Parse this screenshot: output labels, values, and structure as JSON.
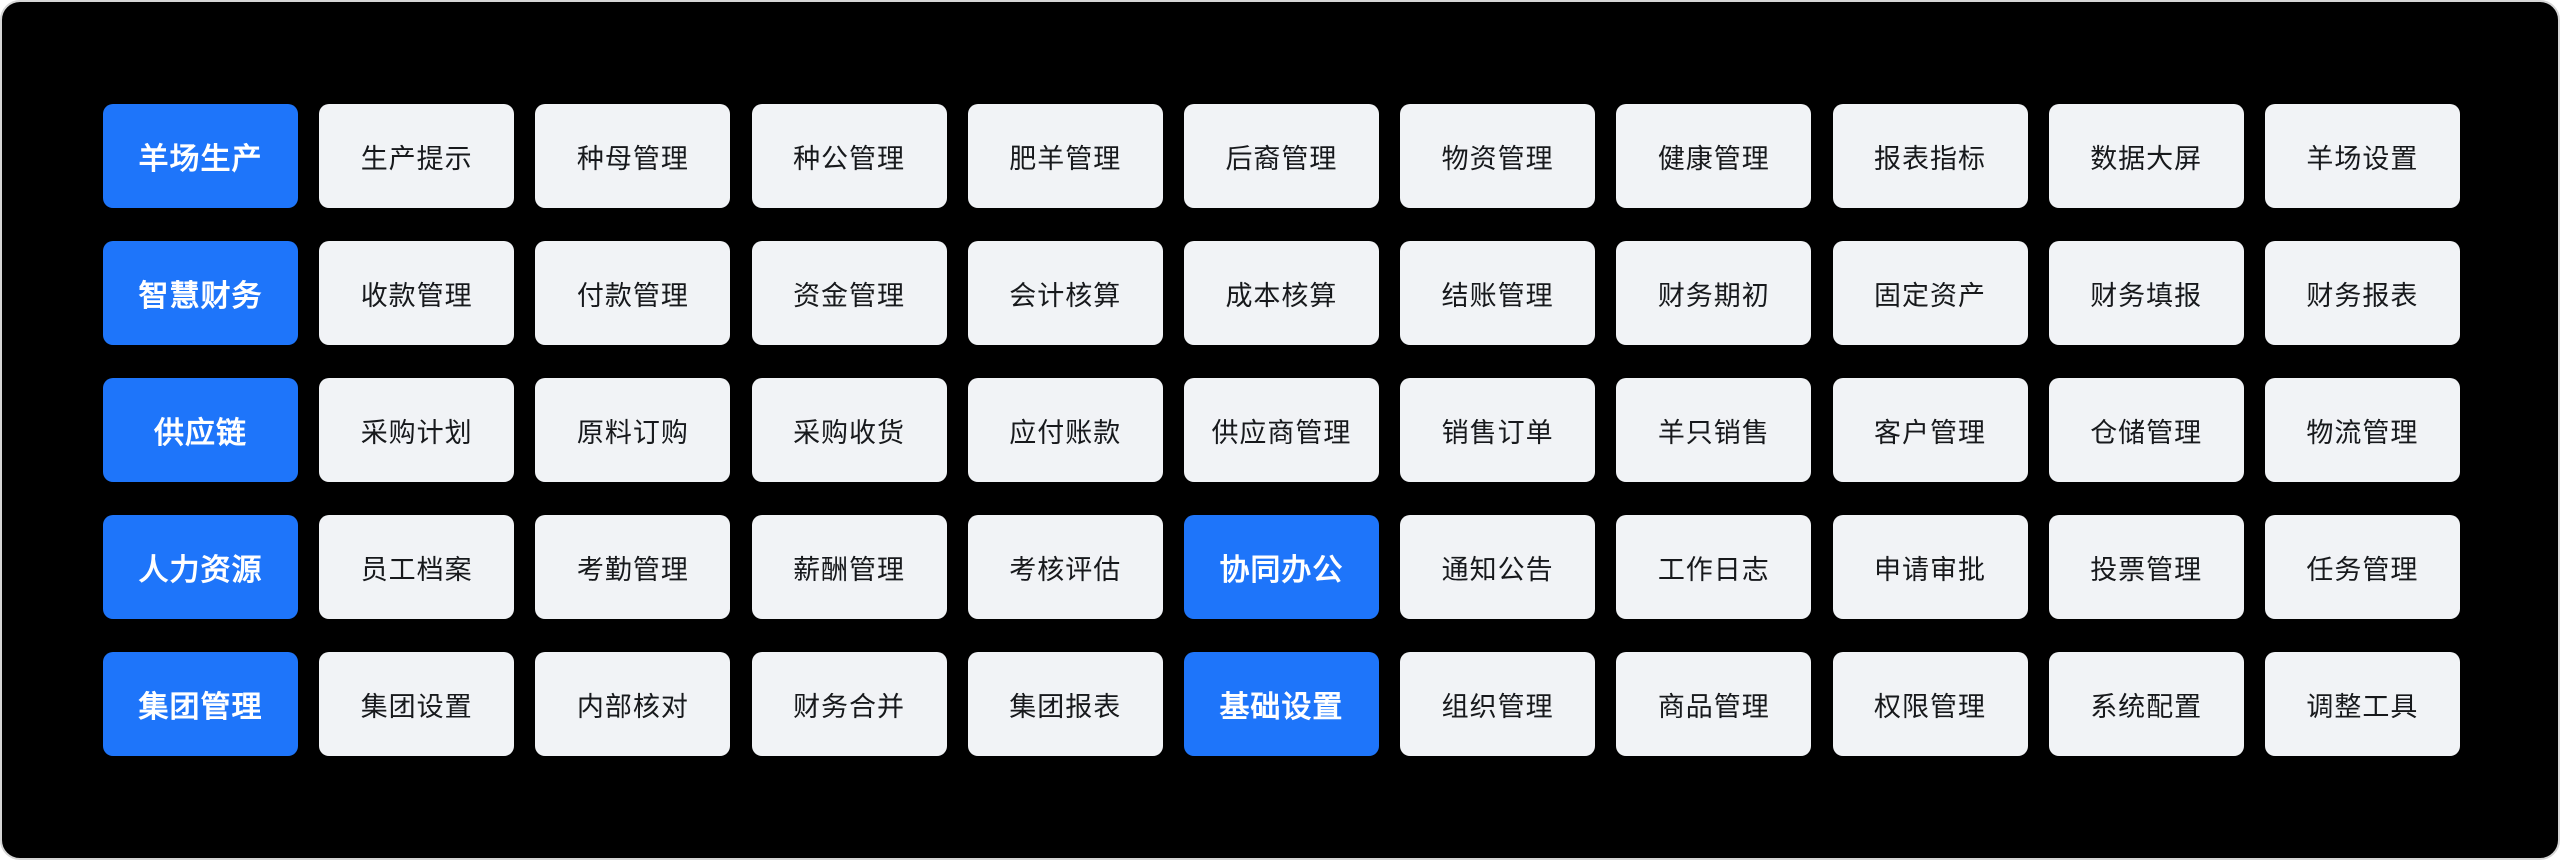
{
  "colors": {
    "panel_background": "#000000",
    "panel_border": "#d6d6d6",
    "category_tile_background": "#1e75fa",
    "category_tile_text": "#ffffff",
    "item_tile_background": "#f1f3f6",
    "item_tile_text": "#17191c"
  },
  "menu": {
    "rows": [
      {
        "items": [
          {
            "label": "羊场生产",
            "type": "category"
          },
          {
            "label": "生产提示",
            "type": "item"
          },
          {
            "label": "种母管理",
            "type": "item"
          },
          {
            "label": "种公管理",
            "type": "item"
          },
          {
            "label": "肥羊管理",
            "type": "item"
          },
          {
            "label": "后裔管理",
            "type": "item"
          },
          {
            "label": "物资管理",
            "type": "item"
          },
          {
            "label": "健康管理",
            "type": "item"
          },
          {
            "label": "报表指标",
            "type": "item"
          },
          {
            "label": "数据大屏",
            "type": "item"
          },
          {
            "label": "羊场设置",
            "type": "item"
          }
        ]
      },
      {
        "items": [
          {
            "label": "智慧财务",
            "type": "category"
          },
          {
            "label": "收款管理",
            "type": "item"
          },
          {
            "label": "付款管理",
            "type": "item"
          },
          {
            "label": "资金管理",
            "type": "item"
          },
          {
            "label": "会计核算",
            "type": "item"
          },
          {
            "label": "成本核算",
            "type": "item"
          },
          {
            "label": "结账管理",
            "type": "item"
          },
          {
            "label": "财务期初",
            "type": "item"
          },
          {
            "label": "固定资产",
            "type": "item"
          },
          {
            "label": "财务填报",
            "type": "item"
          },
          {
            "label": "财务报表",
            "type": "item"
          }
        ]
      },
      {
        "items": [
          {
            "label": "供应链",
            "type": "category"
          },
          {
            "label": "采购计划",
            "type": "item"
          },
          {
            "label": "原料订购",
            "type": "item"
          },
          {
            "label": "采购收货",
            "type": "item"
          },
          {
            "label": "应付账款",
            "type": "item"
          },
          {
            "label": "供应商管理",
            "type": "item"
          },
          {
            "label": "销售订单",
            "type": "item"
          },
          {
            "label": "羊只销售",
            "type": "item"
          },
          {
            "label": "客户管理",
            "type": "item"
          },
          {
            "label": "仓储管理",
            "type": "item"
          },
          {
            "label": "物流管理",
            "type": "item"
          }
        ]
      },
      {
        "items": [
          {
            "label": "人力资源",
            "type": "category"
          },
          {
            "label": "员工档案",
            "type": "item"
          },
          {
            "label": "考勤管理",
            "type": "item"
          },
          {
            "label": "薪酬管理",
            "type": "item"
          },
          {
            "label": "考核评估",
            "type": "item"
          },
          {
            "label": "协同办公",
            "type": "category"
          },
          {
            "label": "通知公告",
            "type": "item"
          },
          {
            "label": "工作日志",
            "type": "item"
          },
          {
            "label": "申请审批",
            "type": "item"
          },
          {
            "label": "投票管理",
            "type": "item"
          },
          {
            "label": "任务管理",
            "type": "item"
          }
        ]
      },
      {
        "items": [
          {
            "label": "集团管理",
            "type": "category"
          },
          {
            "label": "集团设置",
            "type": "item"
          },
          {
            "label": "内部核对",
            "type": "item"
          },
          {
            "label": "财务合并",
            "type": "item"
          },
          {
            "label": "集团报表",
            "type": "item"
          },
          {
            "label": "基础设置",
            "type": "category"
          },
          {
            "label": "组织管理",
            "type": "item"
          },
          {
            "label": "商品管理",
            "type": "item"
          },
          {
            "label": "权限管理",
            "type": "item"
          },
          {
            "label": "系统配置",
            "type": "item"
          },
          {
            "label": "调整工具",
            "type": "item"
          }
        ]
      }
    ]
  }
}
